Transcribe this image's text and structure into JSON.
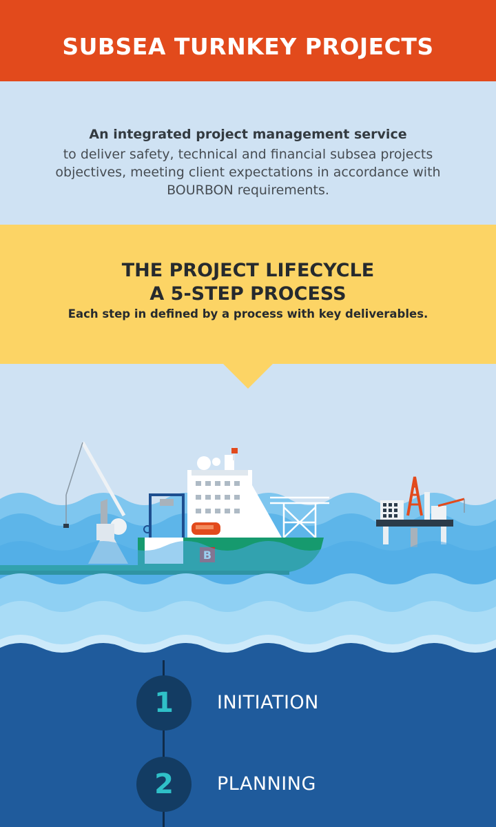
{
  "header": {
    "title": "SUBSEA TURNKEY PROJECTS"
  },
  "intro": {
    "bold": "An integrated project management service",
    "body": "to deliver safety, technical and financial subsea projects objectives, meeting client expectations in accordance with BOURBON requirements."
  },
  "lifecycle": {
    "title_line1": "THE PROJECT LIFECYCLE",
    "title_line2": "A 5-STEP PROCESS",
    "subtitle": "Each step in defined by a process with key deliverables."
  },
  "vessel": {
    "logo_letter": "B"
  },
  "steps": [
    {
      "number": "1",
      "label": "INITIATION"
    },
    {
      "number": "2",
      "label": "PLANNING"
    }
  ],
  "colors": {
    "header": "#e24a1c",
    "sky": "#cfe2f3",
    "lifecycle_band": "#fcd465",
    "deep_sea": "#1f5b9c",
    "hull": "#169a6e",
    "step_number": "#2fc0c8"
  }
}
